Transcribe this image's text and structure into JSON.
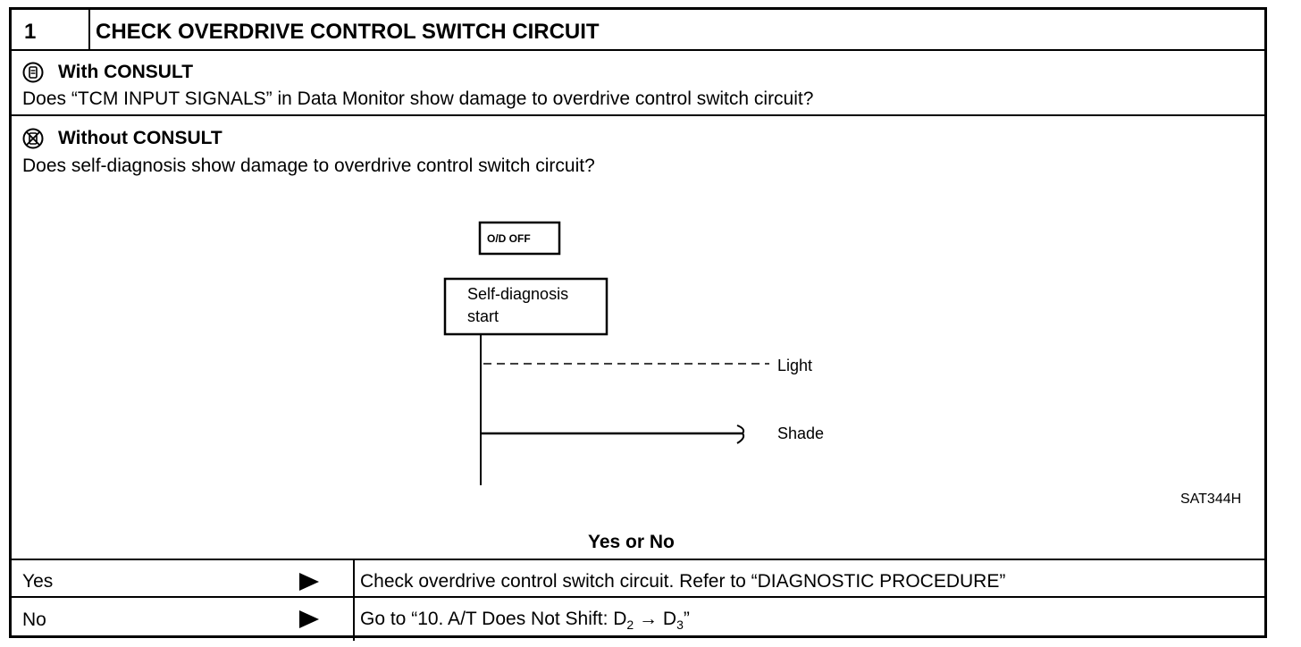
{
  "header": {
    "step_number": "1",
    "title": "CHECK OVERDRIVE CONTROL SWITCH CIRCUIT"
  },
  "with_consult": {
    "icon": "consult-icon",
    "heading": "With CONSULT",
    "question": "Does “TCM INPUT SIGNALS” in Data Monitor show damage to overdrive control switch circuit?"
  },
  "without_consult": {
    "icon": "no-consult-icon",
    "heading": "Without CONSULT",
    "question": "Does self-diagnosis show damage to overdrive control switch circuit?"
  },
  "diagram": {
    "switch_label": "O/D OFF",
    "start_box_line1": "Self-diagnosis",
    "start_box_line2": "start",
    "light_label": "Light",
    "shade_label": "Shade",
    "figure_code": "SAT344H"
  },
  "decision": {
    "prompt": "Yes or No",
    "rows": [
      {
        "answer": "Yes",
        "action": "Check overdrive control switch circuit. Refer to “DIAGNOSTIC PROCEDURE”"
      },
      {
        "answer": "No",
        "action_prefix": "Go to “10. A/T Does Not Shift: D",
        "sub1": "2",
        "arrow": " → D",
        "sub2": "3",
        "action_suffix": "”"
      }
    ]
  }
}
